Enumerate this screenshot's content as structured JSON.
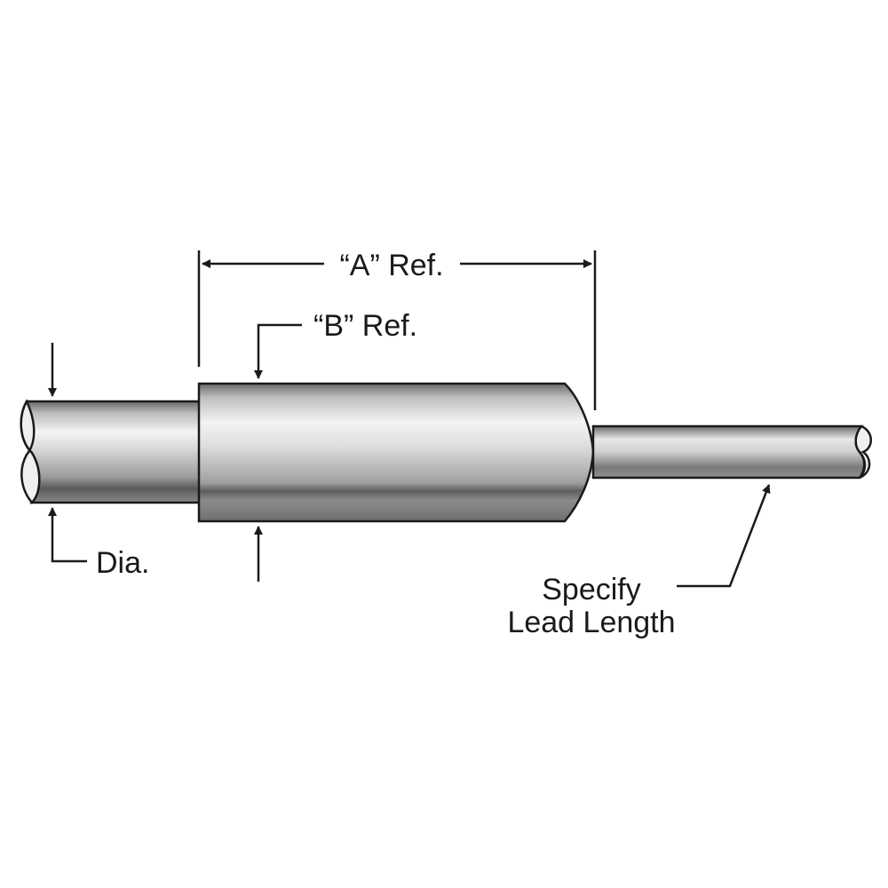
{
  "labels": {
    "a_ref": "“A” Ref.",
    "b_ref": "“B” Ref.",
    "dia": "Dia.",
    "lead_line1": "Specify",
    "lead_line2": "Lead Length"
  },
  "colors": {
    "ink": "#1a1a1a",
    "metal_dark": "#3a3a3a",
    "metal_mid": "#8c8c8c",
    "metal_light": "#f2f2f2"
  }
}
